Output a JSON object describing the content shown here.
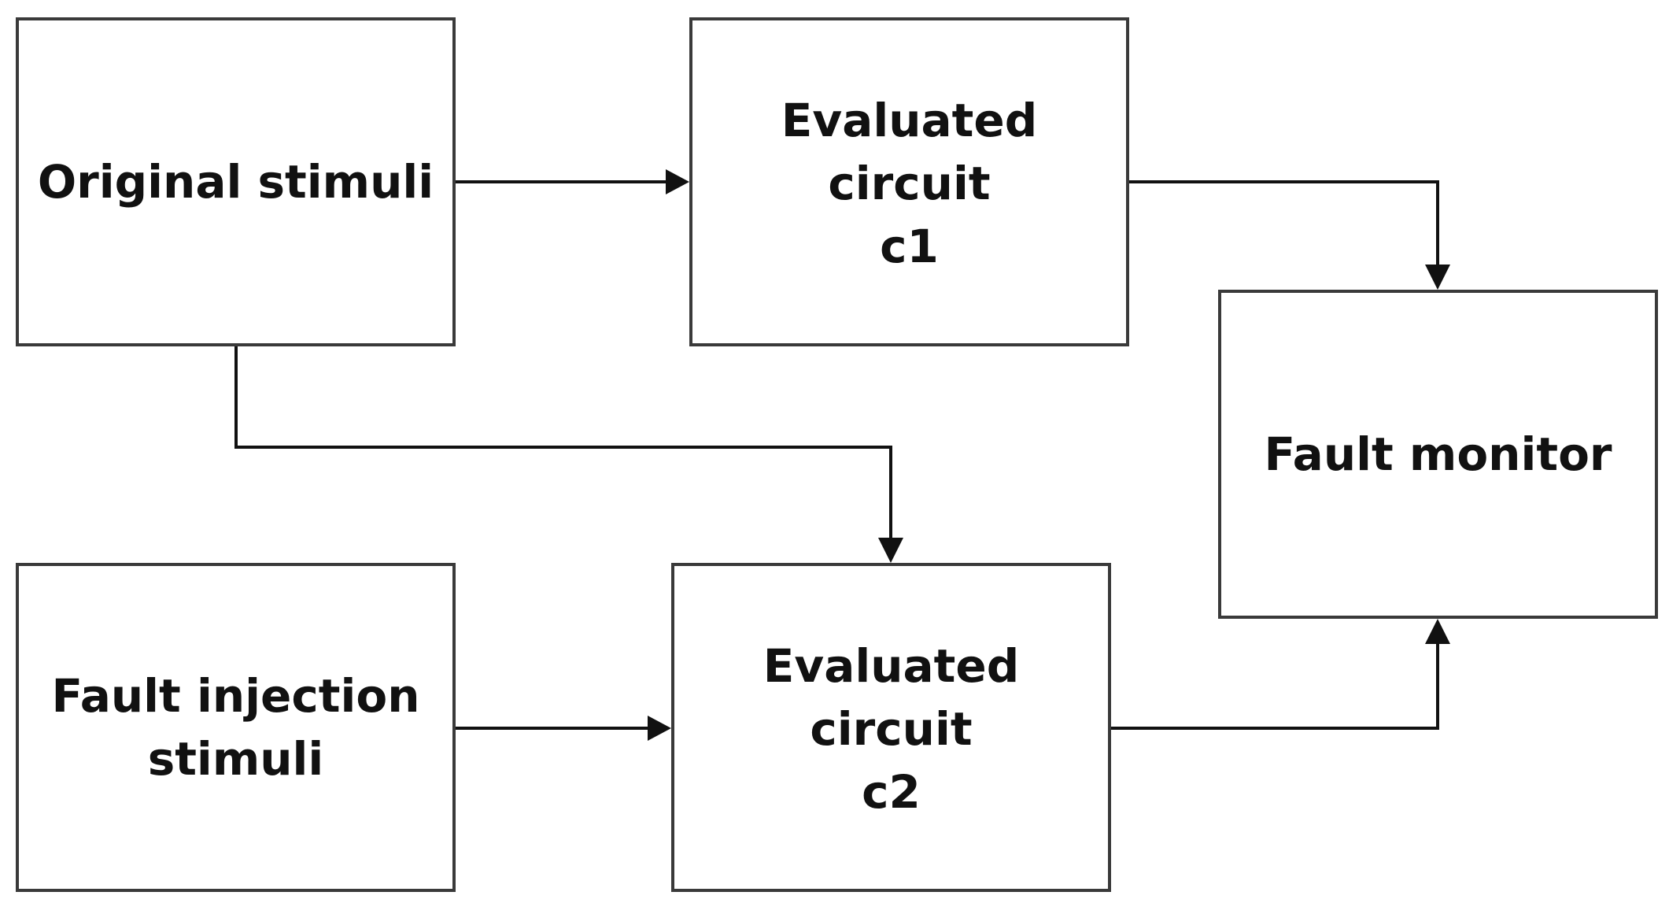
{
  "diagram": {
    "boxes": {
      "original_stimuli": "Original stimuli",
      "evaluated_circuit_c1": "Evaluated circuit\nc1",
      "fault_injection_stimuli": "Fault injection\nstimuli",
      "evaluated_circuit_c2": "Evaluated circuit\nc2",
      "fault_monitor": "Fault monitor"
    },
    "connections": [
      {
        "from": "original_stimuli",
        "to": "evaluated_circuit_c1"
      },
      {
        "from": "original_stimuli",
        "to": "evaluated_circuit_c2"
      },
      {
        "from": "fault_injection_stimuli",
        "to": "evaluated_circuit_c2"
      },
      {
        "from": "evaluated_circuit_c1",
        "to": "fault_monitor"
      },
      {
        "from": "evaluated_circuit_c2",
        "to": "fault_monitor"
      }
    ],
    "colors": {
      "line": "#111111",
      "box_border": "#3a3a3a",
      "text": "#111111",
      "background": "#ffffff"
    }
  }
}
